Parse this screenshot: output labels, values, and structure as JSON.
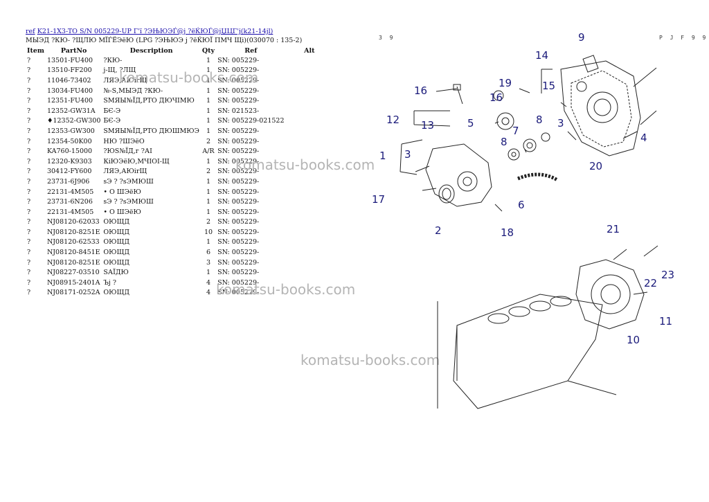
{
  "header": {
    "link_text": "ref",
    "title": "K21-1X3-TO S/N 005229-UP Г'ї ?ЭЊЮЭЃ@ј ?ёЌЮЃ@јЏЦГ'ј(k21-14jl)",
    "subtitle": "МЫЭД ?КЮ- ?ЩЛЮ МЇЃЁЭёЮ (LPG ?ЭЊЮЭ ј ?ёЌЮЇ ПМЧ Щі)(030070 : 135-2)"
  },
  "table": {
    "columns": [
      "Item",
      "PartNo",
      "Description",
      "Qty",
      "Ref",
      "Alt"
    ],
    "rows": [
      {
        "item": "?",
        "part": "13501-FU400",
        "desc": "?КЮ-",
        "qty": "1",
        "ref": "SN: 005229-"
      },
      {
        "item": "?",
        "part": "13510-FF200",
        "desc": "ј-Щ, ?ЛЩ",
        "qty": "1",
        "ref": "SN: 005229-"
      },
      {
        "item": "?",
        "part": "11046-73402",
        "desc": "ЛЯЭ,АЮirЩ",
        "qty": "1",
        "ref": "SN: 005229-"
      },
      {
        "item": "?",
        "part": "13034-FU400",
        "desc": "№-Ѕ,МЫЭД ?КЮ-",
        "qty": "1",
        "ref": "SN: 005229-"
      },
      {
        "item": "?",
        "part": "12351-FU400",
        "desc": "ЅМЯЫ№ЇД,РТО ДЮЧІМЮ",
        "qty": "1",
        "ref": "SN: 005229-"
      },
      {
        "item": "?",
        "part": "12352-GW31A",
        "desc": "БЄ-Э",
        "qty": "1",
        "ref": "SN: 021523-"
      },
      {
        "item": "?",
        "part": "♦12352-GW300",
        "desc": "БЄ-Э",
        "qty": "1",
        "ref": "SN: 005229-021522"
      },
      {
        "item": "?",
        "part": "12353-GW300",
        "desc": "ЅМЯЫ№ЇД,РТО ДЮШМЮЭ",
        "qty": "1",
        "ref": "SN: 005229-"
      },
      {
        "item": "?",
        "part": "12354-50K00",
        "desc": "НЮ ?ШЭёО",
        "qty": "2",
        "ref": "SN: 005229-"
      },
      {
        "item": "?",
        "part": "KA760-15000",
        "desc": "?ЮЅ№ЇД,г ?АІ",
        "qty": "A/R",
        "ref": "SN: 005229-"
      },
      {
        "item": "?",
        "part": "12320-K9303",
        "desc": "КіЮЭёЮ,МЧІОІ-Щ",
        "qty": "1",
        "ref": "SN: 005229-"
      },
      {
        "item": "?",
        "part": "30412-FY600",
        "desc": "ЛЯЭ,АЮirЩ",
        "qty": "2",
        "ref": "SN: 005229-"
      },
      {
        "item": "?",
        "part": "23731-6J906",
        "desc": "ѕЭ ? ?ѕЭМЮШ",
        "qty": "1",
        "ref": "SN: 005229-"
      },
      {
        "item": "?",
        "part": "22131-4M505",
        "desc": "• О ШЭёЮ",
        "qty": "1",
        "ref": "SN: 005229-"
      },
      {
        "item": "?",
        "part": "23731-6N206",
        "desc": "ѕЭ ? ?ѕЭМЮШ",
        "qty": "1",
        "ref": "SN: 005229-"
      },
      {
        "item": "?",
        "part": "22131-4M505",
        "desc": "• О ШЭёЮ",
        "qty": "1",
        "ref": "SN: 005229-"
      },
      {
        "item": "?",
        "part": "NJ08120-62033",
        "desc": "ОЮЩД",
        "qty": "2",
        "ref": "SN: 005229-"
      },
      {
        "item": "?",
        "part": "NJ08120-8251E",
        "desc": "ОЮЩД",
        "qty": "10",
        "ref": "SN: 005229-"
      },
      {
        "item": "?",
        "part": "NJ08120-62533",
        "desc": "ОЮЩД",
        "qty": "1",
        "ref": "SN: 005229-"
      },
      {
        "item": "?",
        "part": "NJ08120-8451E",
        "desc": "ОЮЩД",
        "qty": "6",
        "ref": "SN: 005229-"
      },
      {
        "item": "?",
        "part": "NJ08120-8251E",
        "desc": "ОЮЩД",
        "qty": "3",
        "ref": "SN: 005229-"
      },
      {
        "item": "?",
        "part": "NJ08227-03510",
        "desc": "ЅАЇДЮ",
        "qty": "1",
        "ref": "SN: 005229-"
      },
      {
        "item": "?",
        "part": "NJ08915-2401A",
        "desc": "Ъј ?",
        "qty": "4",
        "ref": "SN: 005229-"
      },
      {
        "item": "?",
        "part": "NJ08171-0252A",
        "desc": "ОЮЩД",
        "qty": "4",
        "ref": "SN: 005229-"
      }
    ]
  },
  "watermarks": [
    "komatsu-books.com",
    "komatsu-books.com",
    "komatsu-books.com",
    "komatsu-books.com"
  ],
  "diagram": {
    "corner_left": "3 9",
    "corner_right": "P J F 9 9",
    "callouts": [
      "1",
      "2",
      "3",
      "3",
      "4",
      "5",
      "6",
      "7",
      "8",
      "8",
      "9",
      "10",
      "11",
      "12",
      "13",
      "14",
      "15",
      "16",
      "16",
      "17",
      "18",
      "19",
      "20",
      "21",
      "22",
      "23"
    ],
    "label_color": "#1a1a7a"
  }
}
